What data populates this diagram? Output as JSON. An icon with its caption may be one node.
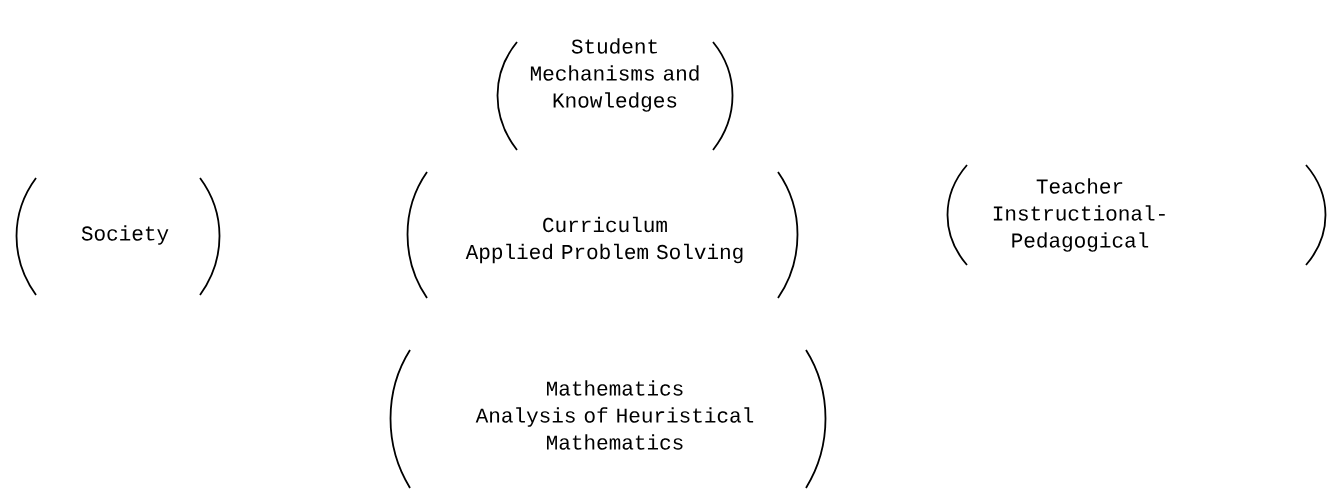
{
  "diagram": {
    "nodes": [
      {
        "text": [
          "Student",
          "Mechanisms and Knowledges"
        ]
      },
      {
        "text": [
          "Society"
        ]
      },
      {
        "text": [
          "Curriculum",
          "Applied Problem Solving"
        ]
      },
      {
        "text": [
          "Teacher",
          "Instructional-Pedagogical"
        ]
      },
      {
        "text": [
          "Mathematics",
          "Analysis of Heuristical Mathematics"
        ]
      }
    ]
  }
}
